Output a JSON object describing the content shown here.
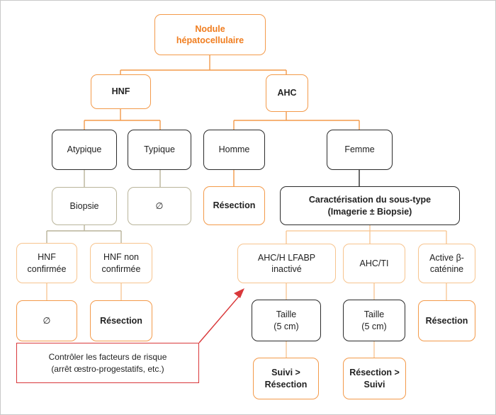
{
  "nodes": {
    "root": "Nodule\nhépatocellulaire",
    "hnf": "HNF",
    "ahc": "AHC",
    "atypique": "Atypique",
    "typique": "Typique",
    "homme": "Homme",
    "femme": "Femme",
    "biopsie": "Biopsie",
    "typique_result": "∅",
    "homme_result": "Résection",
    "caracterisation": "Caractérisation du sous-type\n(Imagerie ± Biopsie)",
    "hnf_confirmee": "HNF\nconfirmée",
    "hnf_non_confirmee": "HNF non\nconfirmée",
    "ahc_hlfabp": "AHC/H LFABP\ninactivé",
    "ahc_ti": "AHC/TI",
    "active_catenine": "Active β-\ncaténine",
    "hnf_confirmee_result": "∅",
    "hnf_non_confirmee_result": "Résection",
    "taille_1": "Taille\n(5 cm)",
    "taille_2": "Taille\n(5 cm)",
    "catenine_result": "Résection",
    "suivi_1": "Suivi >\nRésection",
    "suivi_2": "Résection >\nSuivi"
  },
  "note": "Contrôler les facteurs de risque\n(arrêt œstro-progestatifs, etc.)",
  "colors": {
    "orange": "#f39a4a",
    "orange_text": "#f07d1f",
    "dark": "#2b2b2b",
    "tan": "#b9b49a",
    "light_orange": "#f7c48e",
    "red": "#d9383a"
  }
}
